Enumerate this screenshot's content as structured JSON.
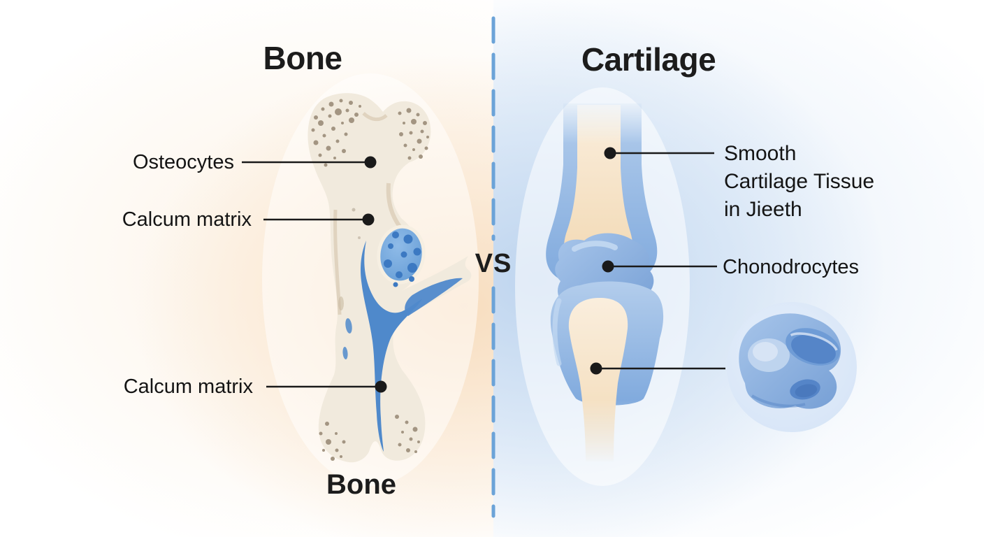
{
  "left_panel": {
    "title": "Bone",
    "labels": {
      "osteocytes": "Osteocytes",
      "calcium_matrix_upper": "Calcum matrix",
      "calcium_matrix_lower": "Calcum matrix"
    },
    "caption": "Bone"
  },
  "divider": {
    "vs": "VS"
  },
  "right_panel": {
    "title": "Cartilage",
    "labels": {
      "smooth_lines": [
        "Smooth",
        "Cartilage Tissue",
        "in Jieeth"
      ],
      "chondrocytes": "Chonodrocytes"
    }
  },
  "colors": {
    "label_color": "#161616",
    "line_color": "#1a1a1a",
    "divider_blue": "#6ba3d8",
    "peach_glow": "#f7dcbd",
    "blue_glow": "#bcd3ee",
    "bone_cream": "#f1eadd",
    "stipple_gray": "#a39582",
    "marrow_blue": "#4f89cb",
    "cell_blue": "#6ea6dc",
    "cell_dot_blue": "#3c79c2",
    "cartilage_blue": "#8cb3e2",
    "cartilage_blue_dark": "#6591cf",
    "cartilage_blue_light": "#c2d7f0",
    "joint_bone_cream": "#f6e3c4",
    "inset_bg": "#dce8f8"
  }
}
